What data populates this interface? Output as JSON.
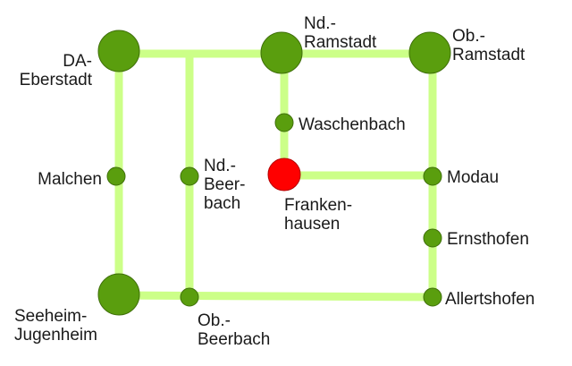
{
  "colors": {
    "road": "#ccff88",
    "node": "#5a9e0e",
    "node_stroke": "#3f6f0a",
    "highlight": "#ff0000",
    "highlight_stroke": "#b30000"
  },
  "places": {
    "da_eberstadt": "DA-\nEberstadt",
    "nd_ramstadt": "Nd.-\nRamstadt",
    "ob_ramstadt": "Ob.-\nRamstadt",
    "waschenbach": "Waschenbach",
    "malchen": "Malchen",
    "nd_beerbach": "Nd.-\nBeer-\nbach",
    "frankenhausen": "Franken-\nhausen",
    "modau": "Modau",
    "ernsthofen": "Ernsthofen",
    "seeheim_jugenheim": "Seeheim-\nJugenheim",
    "ob_beerbach": "Ob.-\nBeerbach",
    "allertshofen": "Allertshofen"
  }
}
